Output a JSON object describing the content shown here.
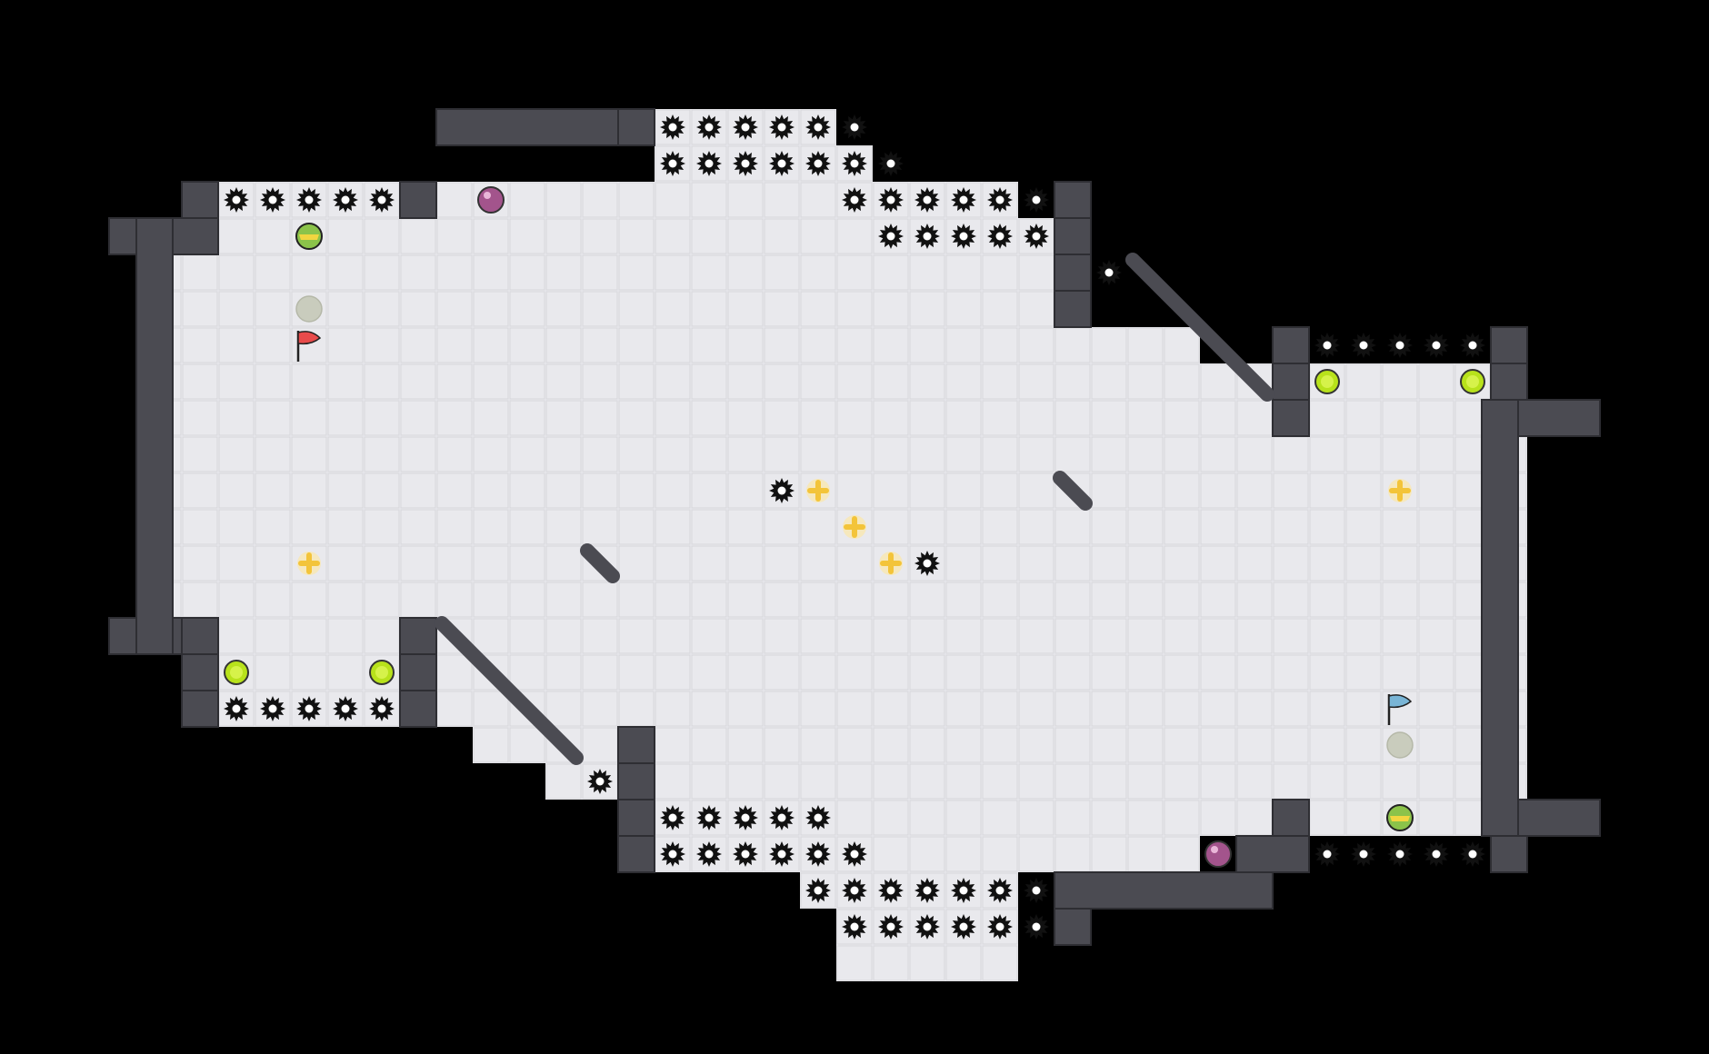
{
  "game": {
    "floor": [
      [
        4,
        6,
        7
      ],
      [
        5,
        6,
        7
      ],
      [
        6,
        4,
        9
      ],
      [
        6,
        6,
        10
      ],
      [
        6,
        6,
        11
      ],
      [
        6,
        6,
        12
      ],
      [
        6,
        6,
        13
      ],
      [
        6,
        6,
        14
      ],
      [
        6,
        6,
        15
      ],
      [
        6,
        6,
        16
      ],
      [
        6,
        6,
        17
      ],
      [
        6,
        6,
        18
      ],
      [
        6,
        6,
        19
      ],
      [
        6,
        6,
        20
      ],
      [
        6,
        6,
        21
      ],
      [
        6,
        6,
        22
      ],
      [
        6,
        6,
        23
      ],
      [
        6,
        6,
        24
      ],
      [
        7,
        4,
        10
      ],
      [
        7,
        4,
        11
      ],
      [
        7,
        4,
        12
      ],
      [
        7,
        4,
        13
      ],
      [
        7,
        4,
        14
      ],
      [
        7,
        4,
        15
      ],
      [
        7,
        4,
        16
      ],
      [
        7,
        4,
        17
      ],
      [
        7,
        4,
        18
      ],
      [
        7,
        4,
        19
      ],
      [
        7,
        4,
        20
      ],
      [
        7,
        4,
        21
      ],
      [
        7,
        4,
        22
      ],
      [
        7,
        4,
        23
      ],
      [
        7,
        4,
        24
      ],
      [
        8,
        4,
        24
      ],
      [
        8,
        6,
        15
      ],
      [
        8,
        6,
        16
      ],
      [
        8,
        6,
        17
      ],
      [
        8,
        6,
        18
      ],
      [
        8,
        6,
        19
      ],
      [
        8,
        6,
        20
      ],
      [
        8,
        6,
        21
      ],
      [
        8,
        6,
        22
      ],
      [
        8,
        6,
        23
      ],
      [
        9,
        6,
        24
      ],
      [
        9,
        6,
        25
      ],
      [
        10,
        6,
        25
      ]
    ],
    "floor_rows": [
      [
        3,
        18,
        23
      ],
      [
        4,
        18,
        24
      ],
      [
        5,
        6,
        28
      ],
      [
        6,
        4,
        29
      ],
      [
        7,
        4,
        29
      ],
      [
        8,
        4,
        29
      ],
      [
        9,
        4,
        33
      ],
      [
        10,
        4,
        41
      ],
      [
        11,
        4,
        42
      ],
      [
        12,
        4,
        42
      ],
      [
        13,
        4,
        42
      ],
      [
        14,
        4,
        42
      ],
      [
        15,
        4,
        42
      ],
      [
        16,
        4,
        42
      ],
      [
        17,
        6,
        42
      ],
      [
        18,
        6,
        42
      ],
      [
        19,
        6,
        42
      ],
      [
        20,
        13,
        42
      ],
      [
        21,
        15,
        42
      ],
      [
        22,
        18,
        42
      ],
      [
        23,
        18,
        33
      ],
      [
        24,
        22,
        28
      ],
      [
        25,
        23,
        28
      ],
      [
        26,
        23,
        28
      ]
    ],
    "walls": [
      [
        5,
        5,
        6
      ],
      [
        5,
        11,
        12
      ],
      [
        4,
        12,
        12
      ],
      [
        3,
        12,
        17
      ],
      [
        3,
        17,
        18
      ],
      [
        6,
        3,
        6
      ],
      [
        6,
        3,
        4
      ],
      [
        17,
        3,
        6
      ],
      [
        17,
        5,
        6
      ],
      [
        18,
        5,
        6
      ],
      [
        19,
        5,
        6
      ],
      [
        17,
        11,
        12
      ],
      [
        18,
        11,
        12
      ],
      [
        19,
        11,
        12
      ],
      [
        20,
        17,
        18
      ],
      [
        21,
        17,
        18
      ],
      [
        22,
        17,
        18
      ],
      [
        23,
        17,
        18
      ],
      [
        5,
        29,
        30
      ],
      [
        6,
        29,
        30
      ],
      [
        7,
        29,
        30
      ],
      [
        8,
        29,
        30
      ],
      [
        9,
        35,
        36
      ],
      [
        10,
        35,
        36
      ],
      [
        11,
        35,
        36
      ],
      [
        9,
        41,
        42
      ],
      [
        10,
        41,
        42
      ],
      [
        11,
        41,
        44
      ],
      [
        22,
        41,
        44
      ],
      [
        23,
        41,
        42
      ],
      [
        22,
        35,
        36
      ],
      [
        23,
        34,
        36
      ],
      [
        24,
        34,
        35
      ],
      [
        24,
        29,
        35
      ],
      [
        25,
        29,
        30
      ]
    ],
    "diagonal_walls": [
      [
        [
          31,
          7
        ],
        [
          35,
          11
        ]
      ],
      [
        [
          12,
          17
        ],
        [
          16,
          21
        ]
      ],
      [
        [
          16,
          15
        ],
        [
          17,
          16
        ]
      ],
      [
        [
          29,
          13
        ],
        [
          30,
          14
        ]
      ]
    ],
    "spikes": [
      [
        3,
        18
      ],
      [
        3,
        19
      ],
      [
        3,
        20
      ],
      [
        3,
        21
      ],
      [
        3,
        22
      ],
      [
        3,
        23
      ],
      [
        4,
        18
      ],
      [
        4,
        19
      ],
      [
        4,
        20
      ],
      [
        4,
        21
      ],
      [
        4,
        22
      ],
      [
        4,
        23
      ],
      [
        4,
        24
      ],
      [
        5,
        6
      ],
      [
        5,
        7
      ],
      [
        5,
        8
      ],
      [
        5,
        9
      ],
      [
        5,
        10
      ],
      [
        5,
        23
      ],
      [
        5,
        24
      ],
      [
        5,
        25
      ],
      [
        5,
        26
      ],
      [
        5,
        27
      ],
      [
        5,
        28
      ],
      [
        6,
        24
      ],
      [
        6,
        25
      ],
      [
        6,
        26
      ],
      [
        6,
        27
      ],
      [
        6,
        28
      ],
      [
        7,
        30
      ],
      [
        9,
        36
      ],
      [
        9,
        37
      ],
      [
        9,
        38
      ],
      [
        9,
        39
      ],
      [
        9,
        40
      ],
      [
        13,
        21
      ],
      [
        15,
        25
      ],
      [
        19,
        6
      ],
      [
        19,
        7
      ],
      [
        19,
        8
      ],
      [
        19,
        9
      ],
      [
        19,
        10
      ],
      [
        21,
        16
      ],
      [
        22,
        18
      ],
      [
        22,
        19
      ],
      [
        22,
        20
      ],
      [
        22,
        21
      ],
      [
        22,
        22
      ],
      [
        23,
        18
      ],
      [
        23,
        19
      ],
      [
        23,
        20
      ],
      [
        23,
        21
      ],
      [
        23,
        22
      ],
      [
        23,
        23
      ],
      [
        23,
        36
      ],
      [
        23,
        37
      ],
      [
        23,
        38
      ],
      [
        23,
        39
      ],
      [
        23,
        40
      ],
      [
        24,
        22
      ],
      [
        24,
        23
      ],
      [
        24,
        24
      ],
      [
        24,
        25
      ],
      [
        24,
        26
      ],
      [
        24,
        27
      ],
      [
        24,
        28
      ],
      [
        25,
        23
      ],
      [
        25,
        24
      ],
      [
        25,
        25
      ],
      [
        25,
        26
      ],
      [
        25,
        27
      ],
      [
        25,
        28
      ]
    ],
    "green_coins": [
      [
        18,
        6
      ],
      [
        18,
        10
      ],
      [
        10,
        36
      ],
      [
        10,
        40
      ]
    ],
    "gold_plus": [
      [
        13,
        22
      ],
      [
        14,
        23
      ],
      [
        15,
        24
      ],
      [
        15,
        8
      ],
      [
        13,
        38
      ]
    ],
    "purple_orbs": [
      [
        5,
        13
      ],
      [
        23,
        33
      ]
    ],
    "striped_orbs": [
      [
        6,
        8
      ],
      [
        22,
        38
      ]
    ],
    "pale_discs": [
      [
        8,
        8
      ],
      [
        20,
        38
      ]
    ],
    "flags": [
      {
        "row": 9,
        "col": 8,
        "color": "#e84b4b",
        "icon": "red-flag"
      },
      {
        "row": 19,
        "col": 38,
        "color": "#79b5d6",
        "icon": "blue-flag"
      }
    ],
    "colors": {
      "background": "#000000",
      "floor": "#e9e9ed",
      "grid": "#d6d6dc",
      "wall": "#4b4b52",
      "wall_outline": "#2e2e33",
      "spike": "#111111",
      "green_coin": "#b8e21b",
      "gold_plus": "#f3c43a",
      "purple_orb": "#a3548c"
    }
  }
}
